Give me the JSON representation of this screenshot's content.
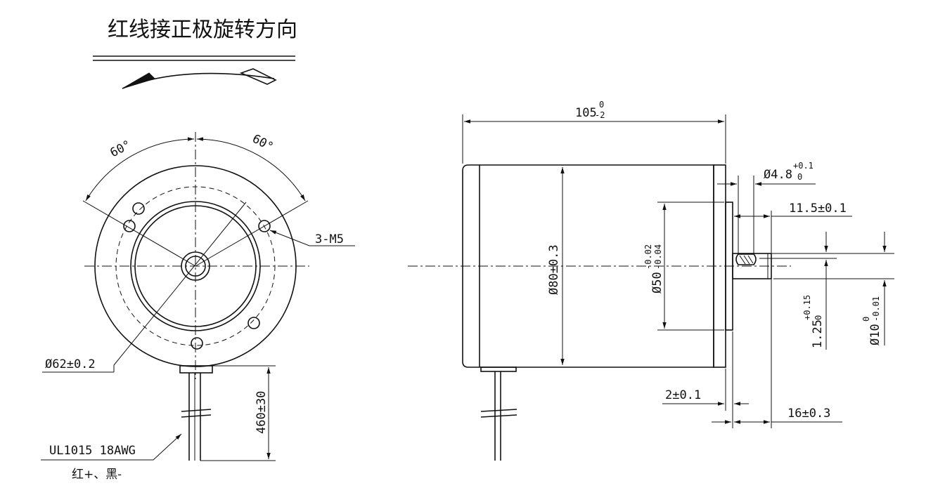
{
  "rotation": {
    "caption": "红线接正极旋转方向"
  },
  "front_view": {
    "angle_left": "60°",
    "angle_right": "60°",
    "thread_holes": "3-M5",
    "flange_diameter": "Ø62±0.2",
    "lead_length": "460±30",
    "wire_spec": "UL1015  18AWG",
    "wire_colors": "红+、黑-"
  },
  "side_view": {
    "length": {
      "base": "105",
      "tol_upper": "0",
      "tol_lower": "-2"
    },
    "body_diameter": "Ø80±0.3",
    "pilot_diameter": {
      "base": "Ø50",
      "tol_upper": "-0.02",
      "tol_lower": "-0.04"
    },
    "key_width": {
      "base": "Ø4.8",
      "tol_upper": "+0.1",
      "tol_lower": "0"
    },
    "key_length": "11.5±0.1",
    "key_depth": {
      "base": "1.25",
      "tol_upper": "+0.15",
      "tol_lower": "0"
    },
    "shaft_diameter": {
      "base": "Ø10",
      "tol_upper": "0",
      "tol_lower": "-0.01"
    },
    "pilot_height": "2±0.1",
    "shaft_length": "16±0.3"
  }
}
